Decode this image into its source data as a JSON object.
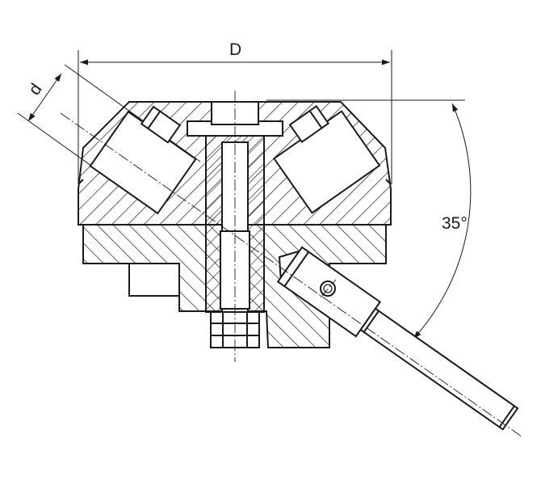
{
  "labels": {
    "diameter": "D",
    "tool_diameter": "d",
    "angle": "35°"
  },
  "colors": {
    "line": "#1a1a1a",
    "background": "#ffffff"
  }
}
